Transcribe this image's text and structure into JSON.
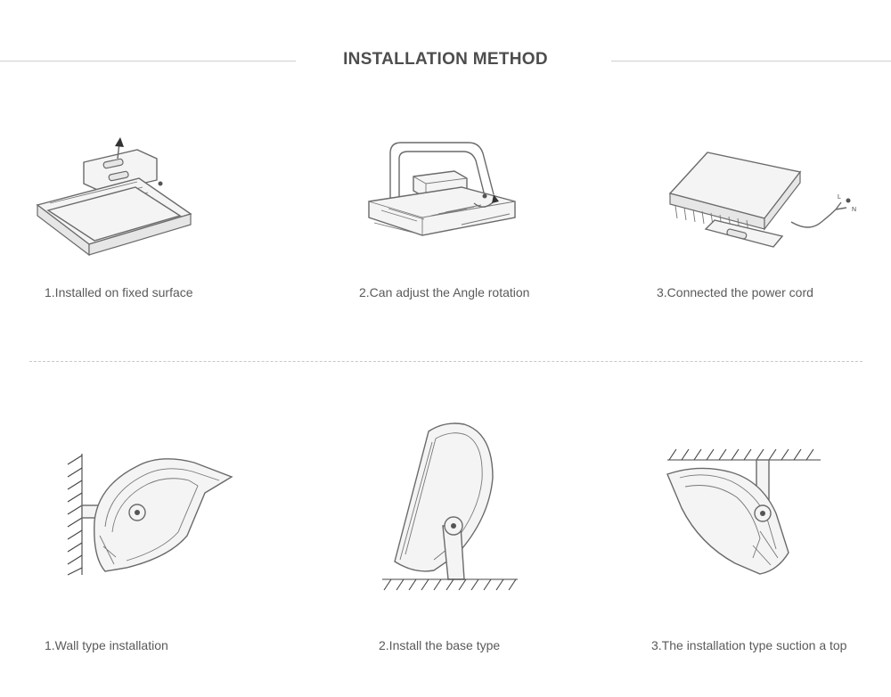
{
  "header": {
    "title": "INSTALLATION METHOD"
  },
  "top_row": [
    {
      "caption": "1.Installed on fixed surface",
      "icon": "surface-mount-diagram"
    },
    {
      "caption": "2.Can adjust the Angle rotation",
      "icon": "angle-rotation-diagram"
    },
    {
      "caption": "3.Connected the power cord",
      "icon": "power-cord-diagram"
    }
  ],
  "power_cord_labels": {
    "l": "L",
    "n": "N"
  },
  "bottom_row": [
    {
      "caption": "1.Wall type installation",
      "icon": "wall-mount-diagram"
    },
    {
      "caption": "2.Install the base type",
      "icon": "base-mount-diagram"
    },
    {
      "caption": "3.The installation type suction a top",
      "icon": "ceiling-mount-diagram"
    }
  ],
  "colors": {
    "line": "#6a6a6a",
    "text": "#555555",
    "rule": "#cfcfcf"
  }
}
